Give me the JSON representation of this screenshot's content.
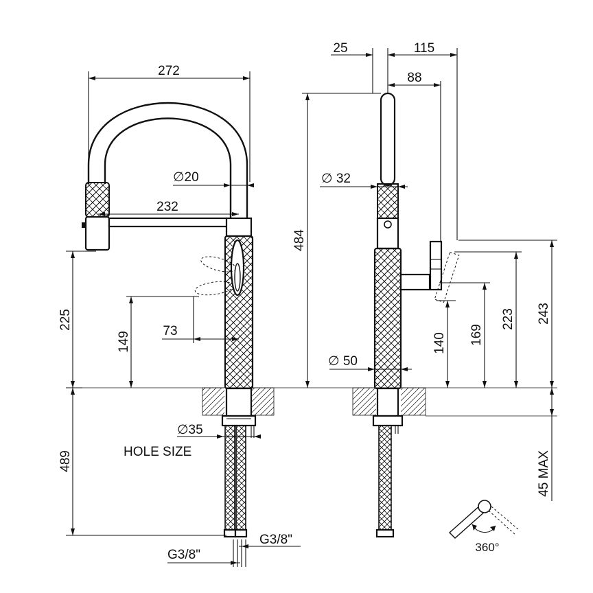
{
  "dimensions": {
    "width_total": "272",
    "spout_diameter": "∅20",
    "spout_reach": "232",
    "height_outlet": "225",
    "height_lever": "149",
    "lever_offset": "73",
    "below_counter": "489",
    "hole_size_diameter": "∅35",
    "hole_size_label": "HOLE SIZE",
    "inlet_left": "G3/8\"",
    "inlet_right": "G3/8\"",
    "side_offset_25": "25",
    "side_offset_115": "115",
    "side_offset_88": "88",
    "total_height": "484",
    "upper_diameter": "∅ 32",
    "base_diameter": "∅ 50",
    "lever_height_140": "140",
    "lever_height_169": "169",
    "lever_height_223": "223",
    "lever_height_243": "243",
    "counter_max": "45 MAX",
    "rotation": "360°"
  }
}
